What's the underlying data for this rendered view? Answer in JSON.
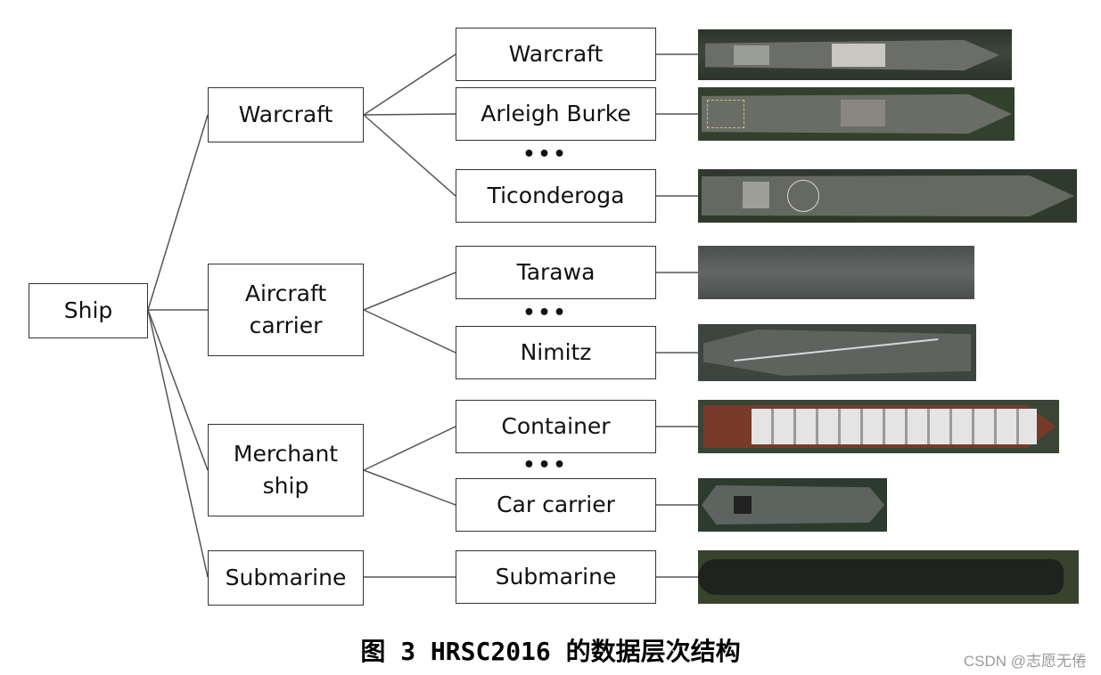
{
  "root": "Ship",
  "categories": [
    {
      "label": "Warcraft",
      "children": [
        "Warcraft",
        "Arleigh Burke",
        "Ticonderoga"
      ]
    },
    {
      "label": "Aircraft\ncarrier",
      "children": [
        "Tarawa",
        "Nimitz"
      ]
    },
    {
      "label": "Merchant\nship",
      "children": [
        "Container",
        "Car carrier"
      ]
    },
    {
      "label": "Submarine",
      "children": [
        "Submarine"
      ]
    }
  ],
  "ellipsis": "•••",
  "caption": "图 3 HRSC2016 的数据层次结构",
  "watermark": "CSDN @志愿无倦",
  "colors": {
    "line": "#555555",
    "box_border": "#333333",
    "water": "#2c3d2a",
    "deck": "#5e625e"
  }
}
